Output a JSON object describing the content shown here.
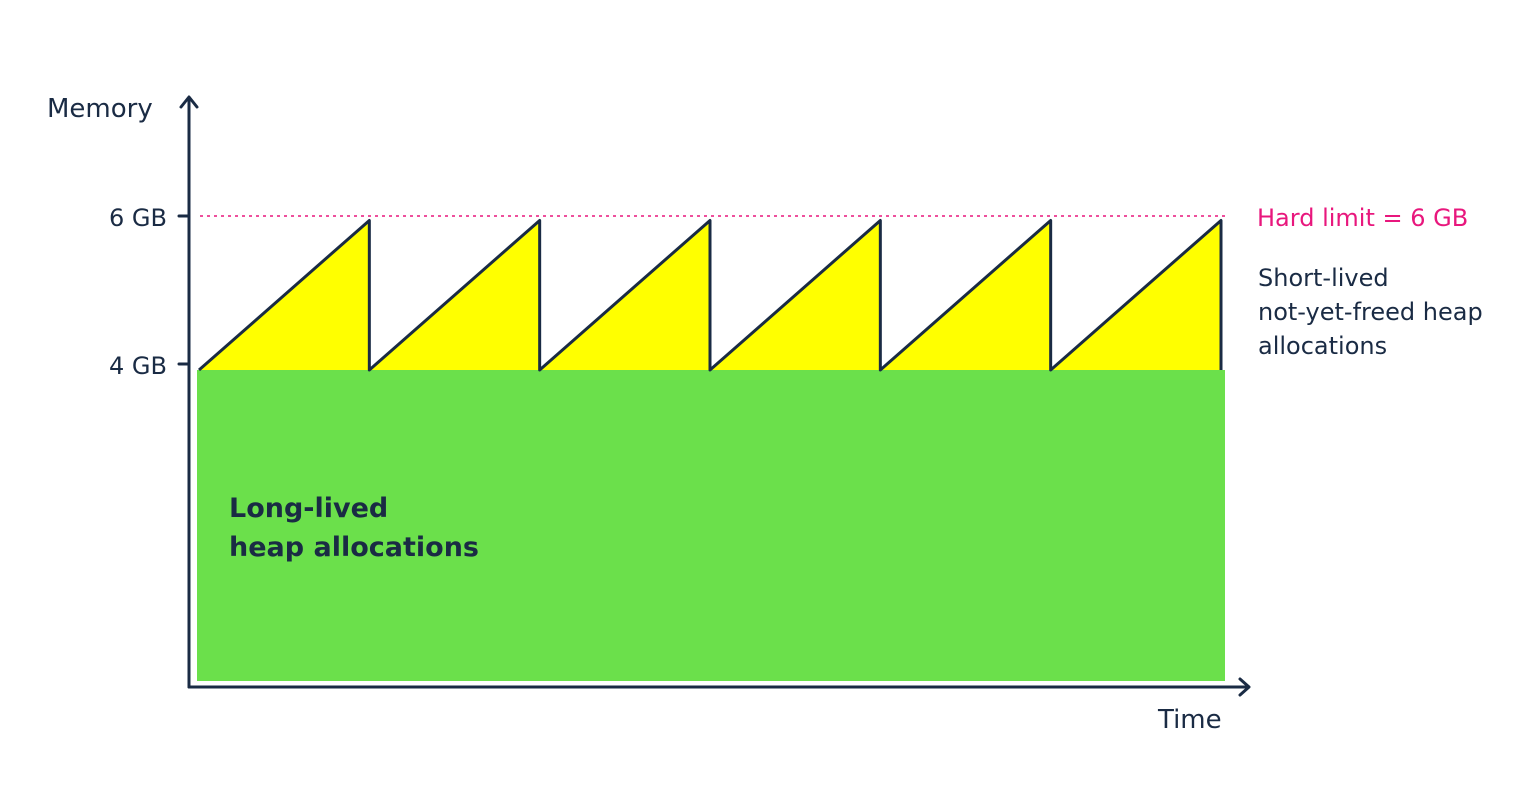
{
  "axes": {
    "y_label": "Memory",
    "x_label": "Time",
    "y_ticks": [
      {
        "label": "6 GB",
        "value": 6
      },
      {
        "label": "4 GB",
        "value": 4
      }
    ]
  },
  "limit": {
    "label": "Hard limit = 6 GB",
    "value": 6,
    "color": "#e8177d"
  },
  "regions": {
    "short_lived": {
      "lines": [
        "Short-lived",
        "not-yet-freed heap",
        "allocations"
      ],
      "color": "#ffff00"
    },
    "long_lived": {
      "lines": [
        "Long-lived",
        "heap allocations"
      ],
      "color": "#6be04b"
    }
  },
  "sawtooth": {
    "cycles": 6,
    "base_gb": 4,
    "peak_gb": 5.94
  },
  "colors": {
    "axis": "#1a2b44",
    "text": "#1a2b44"
  }
}
